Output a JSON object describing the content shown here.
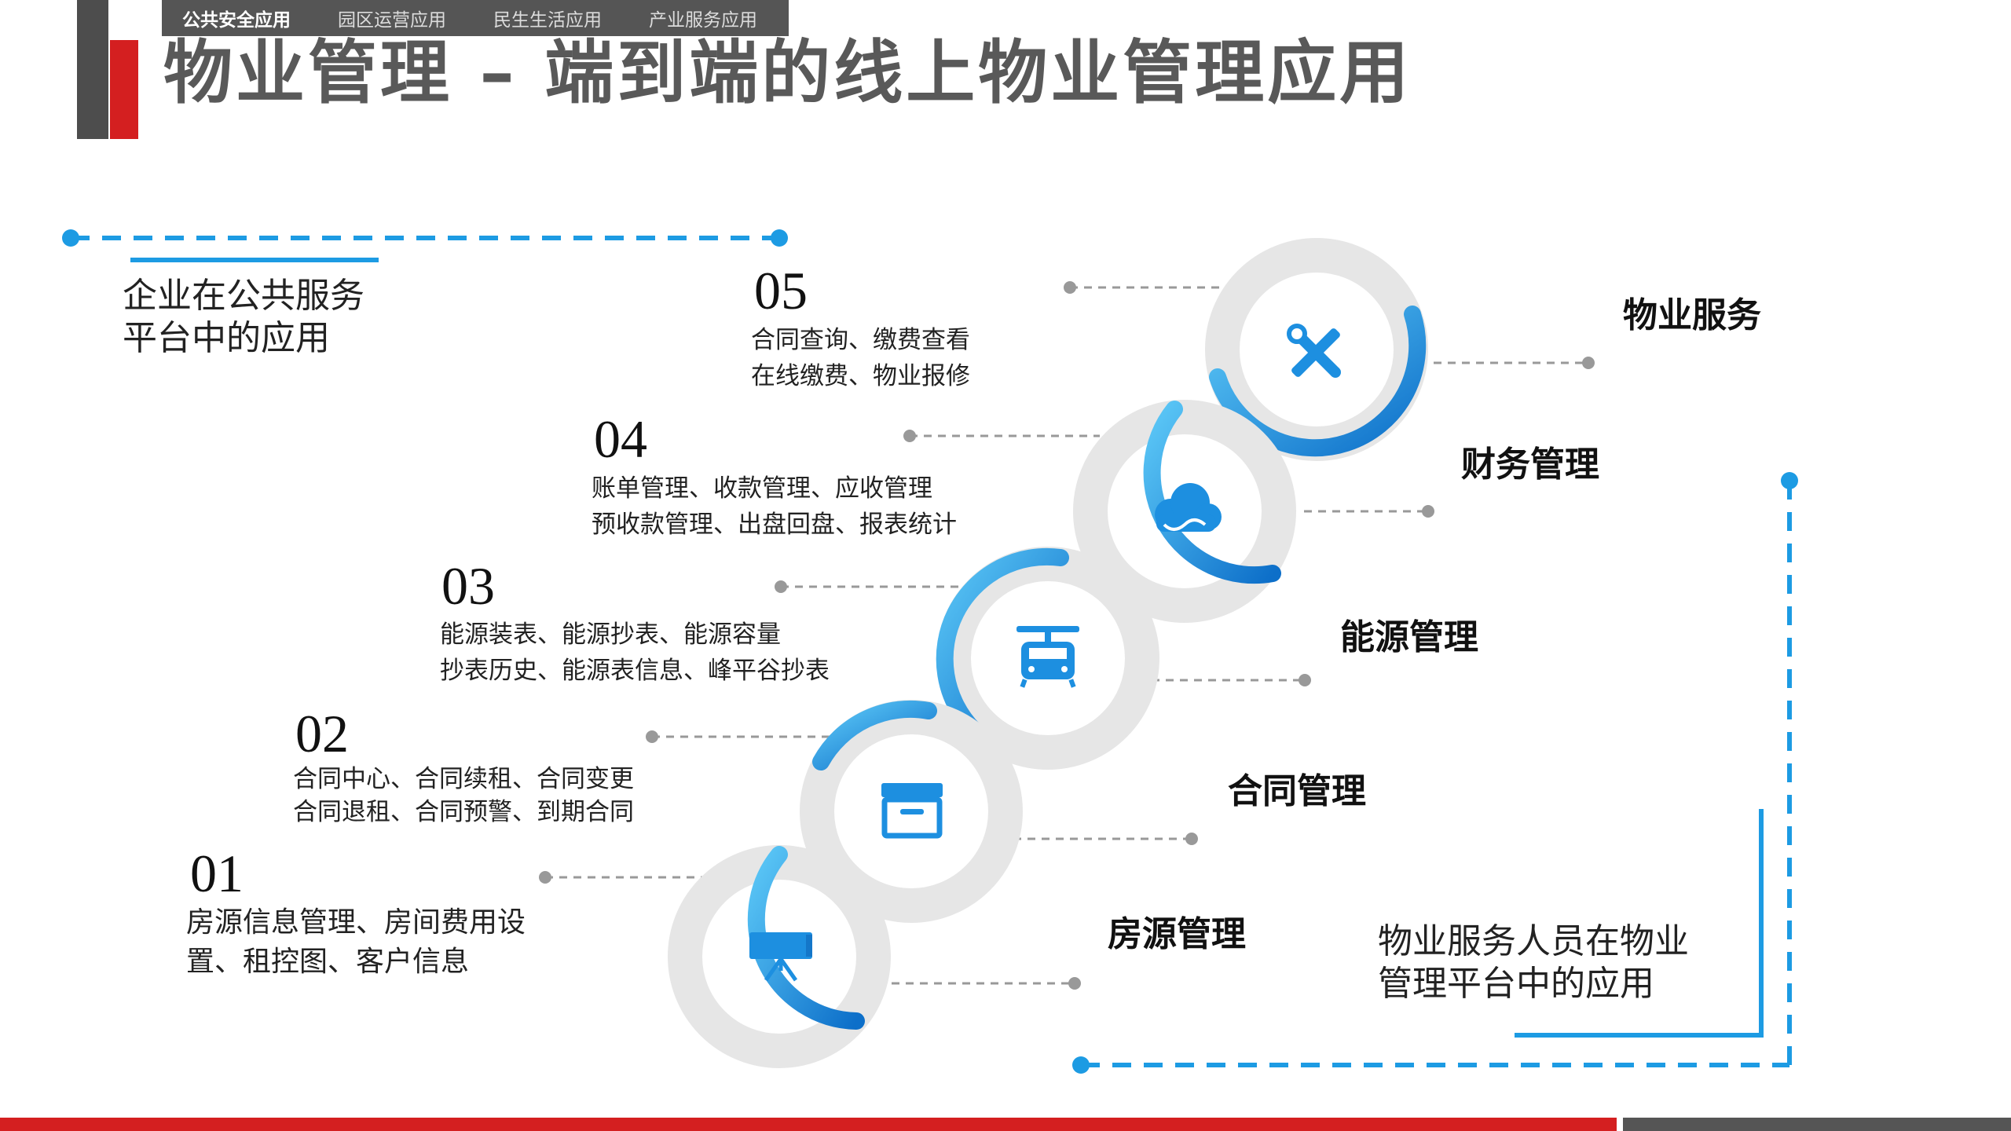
{
  "nav": {
    "items": [
      "公共安全应用",
      "园区运营应用",
      "民生生活应用",
      "产业服务应用"
    ],
    "active": 0
  },
  "title": "物业管理 – 端到端的线上物业管理应用",
  "left_caption": [
    "企业在公共服务",
    "平台中的应用"
  ],
  "right_caption": [
    "物业服务人员在物业",
    "管理平台中的应用"
  ],
  "steps": [
    {
      "num": "01",
      "lines": [
        "房源信息管理、房间费用设",
        "置、租控图、客户信息"
      ],
      "label": "房源管理",
      "icon": "projector-icon"
    },
    {
      "num": "02",
      "lines": [
        "合同中心、合同续租、合同变更",
        "合同退租、合同预警、到期合同"
      ],
      "label": "合同管理",
      "icon": "archive-box-icon"
    },
    {
      "num": "03",
      "lines": [
        "能源装表、能源抄表、能源容量",
        "抄表历史、能源表信息、峰平谷抄表"
      ],
      "label": "能源管理",
      "icon": "cable-car-icon"
    },
    {
      "num": "04",
      "lines": [
        "账单管理、收款管理、应收管理",
        "预收款管理、出盘回盘、报表统计"
      ],
      "label": "财务管理",
      "icon": "cloud-icon"
    },
    {
      "num": "05",
      "lines": [
        "合同查询、缴费查看",
        "在线缴费、物业报修"
      ],
      "label": "物业服务",
      "icon": "tools-icon"
    }
  ],
  "colors": {
    "accent": "#1d8fe0",
    "red": "#d41f20",
    "dark": "#4d4d4d",
    "ring": "#e6e6e6"
  }
}
